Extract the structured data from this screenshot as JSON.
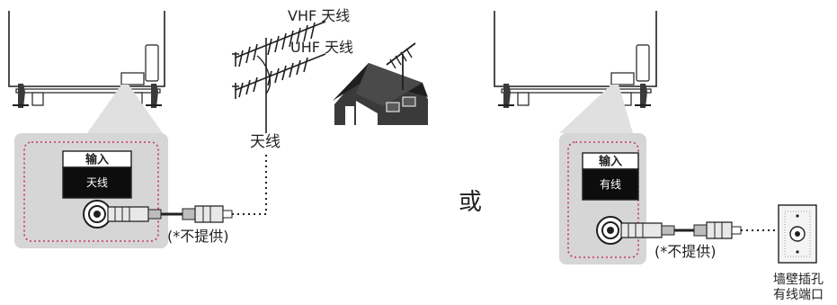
{
  "labels": {
    "vhf_antenna": "VHF 天线",
    "uhf_antenna": "UHF 天线",
    "antenna": "天线",
    "or": "或",
    "not_provided": "(*不提供)",
    "wall_jack_line1": "墙壁插孔",
    "wall_jack_line2": "有线端口"
  },
  "panels": {
    "antenna": {
      "title": "输入",
      "subtitle": "天线"
    },
    "cable": {
      "title": "输入",
      "subtitle": "有线"
    }
  },
  "colors": {
    "line": "#231f20",
    "panel_grey": "#d6d6d6",
    "dotted_pink": "#c8326e",
    "connector_grey": "#9c9c9c",
    "house_dark": "#3a3a3a"
  }
}
